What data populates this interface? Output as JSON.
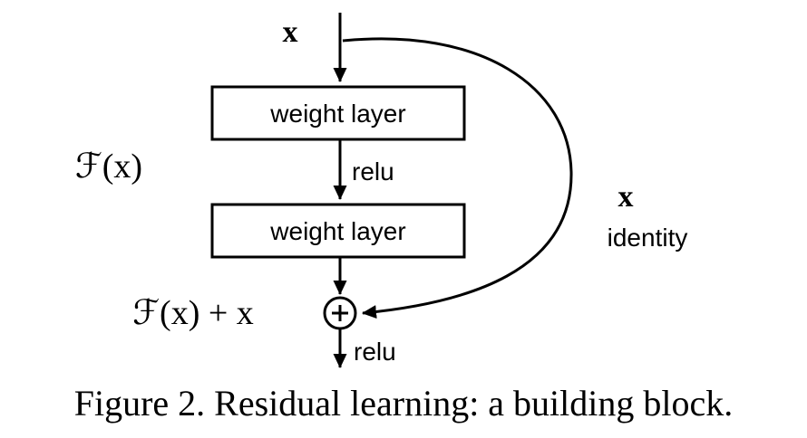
{
  "colors": {
    "ink": "#000000",
    "background": "#ffffff"
  },
  "diagram": {
    "input_label": "x",
    "residual_function_label": "ℱ(x)",
    "weight_layer_1": "weight layer",
    "relu_mid": "relu",
    "weight_layer_2": "weight layer",
    "output_sum_label": "ℱ(x) + x",
    "skip_value_label": "x",
    "skip_name_label": "identity",
    "relu_out": "relu",
    "plus_icon_symbol": "+"
  },
  "caption": "Figure 2. Residual learning: a building block."
}
